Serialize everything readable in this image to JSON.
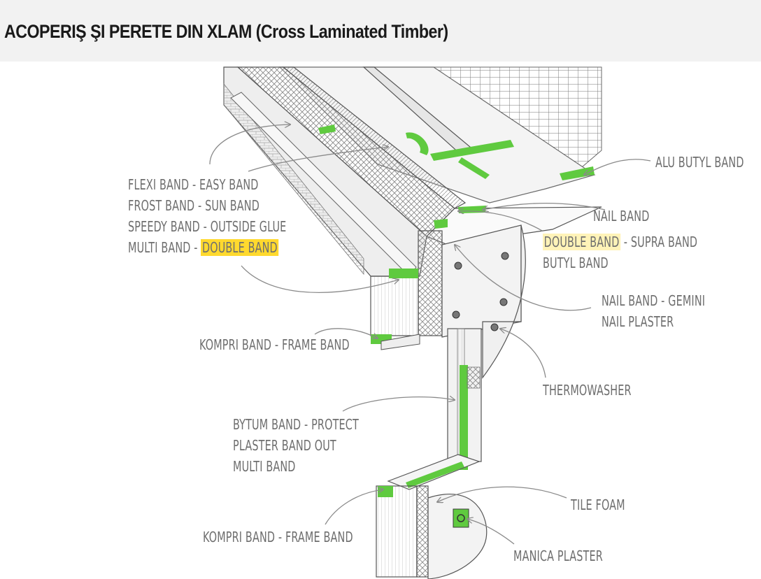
{
  "title": "ACOPERIŞ ŞI PERETE DIN XLAM (Cross Laminated Timber)",
  "colors": {
    "band": "#5fca3f",
    "highlight": "#ffd92e",
    "highlight_light": "#fff3b8",
    "label_text": "#6e6e6e"
  },
  "labels": {
    "roof_eave_bands": {
      "lines": [
        "FLEXI BAND - EASY BAND",
        "FROST BAND - SUN BAND",
        "SPEEDY BAND - OUTSIDE GLUE"
      ],
      "last_line_prefix": "MULTI BAND - ",
      "last_line_highlight": "DOUBLE BAND"
    },
    "alu_butyl_band": "ALU BUTYL BAND",
    "nail_band": "NAIL BAND",
    "double_supra_band": {
      "highlight": "DOUBLE BAND",
      "suffix": " - SUPRA BAND",
      "line2": "BUTYL BAND"
    },
    "nail_band_gemini": {
      "line1": "NAIL BAND - GEMINI",
      "line2": "NAIL PLASTER"
    },
    "kompri_frame_upper": "KOMPRI BAND - FRAME BAND",
    "thermowasher": "THERMOWASHER",
    "bytum_protect": {
      "line1": "BYTUM BAND - PROTECT",
      "line2": "PLASTER BAND OUT",
      "line3": "MULTI BAND"
    },
    "tile_foam": "TILE FOAM",
    "kompri_frame_lower": "KOMPRI BAND - FRAME BAND",
    "manica_plaster": "MANICA PLASTER"
  }
}
